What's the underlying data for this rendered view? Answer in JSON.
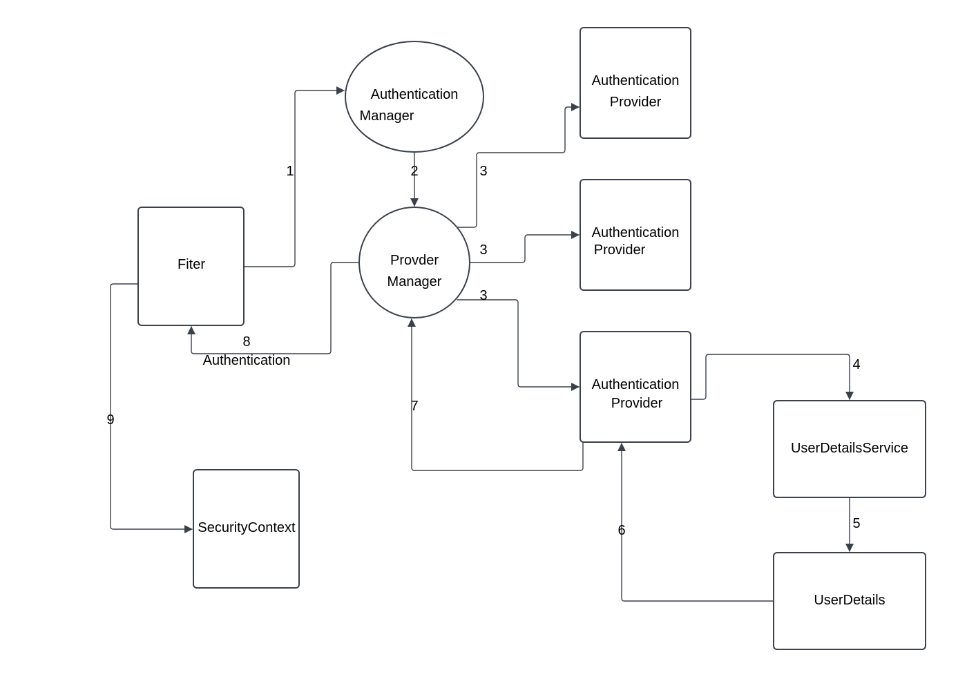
{
  "nodes": {
    "filter": {
      "label": "Fiter"
    },
    "auth_manager": {
      "line1": "Authentication",
      "line2": "Manager"
    },
    "provider_manager": {
      "line1": "Provder",
      "line2": "Manager"
    },
    "auth_provider_1": {
      "line1": "Authentication",
      "line2": "Provider"
    },
    "auth_provider_2": {
      "line1": "Authentication",
      "line2": "Provider"
    },
    "auth_provider_3": {
      "line1": "Authentication",
      "line2": "Provider"
    },
    "user_details_service": {
      "label": "UserDetailsService"
    },
    "user_details": {
      "label": "UserDetails"
    },
    "security_context": {
      "label": "SecurityContext"
    }
  },
  "edges": {
    "e1": {
      "label": "1"
    },
    "e2": {
      "label": "2"
    },
    "e3a": {
      "label": "3"
    },
    "e3b": {
      "label": "3"
    },
    "e3c": {
      "label": "3"
    },
    "e4": {
      "label": "4"
    },
    "e5": {
      "label": "5"
    },
    "e6": {
      "label": "6"
    },
    "e7": {
      "label": "7"
    },
    "e8": {
      "label": "8",
      "sublabel": "Authentication"
    },
    "e9": {
      "label": "9"
    }
  },
  "colors": {
    "stroke": "#3a414a",
    "fill": "#ffffff",
    "text": "#000000"
  }
}
